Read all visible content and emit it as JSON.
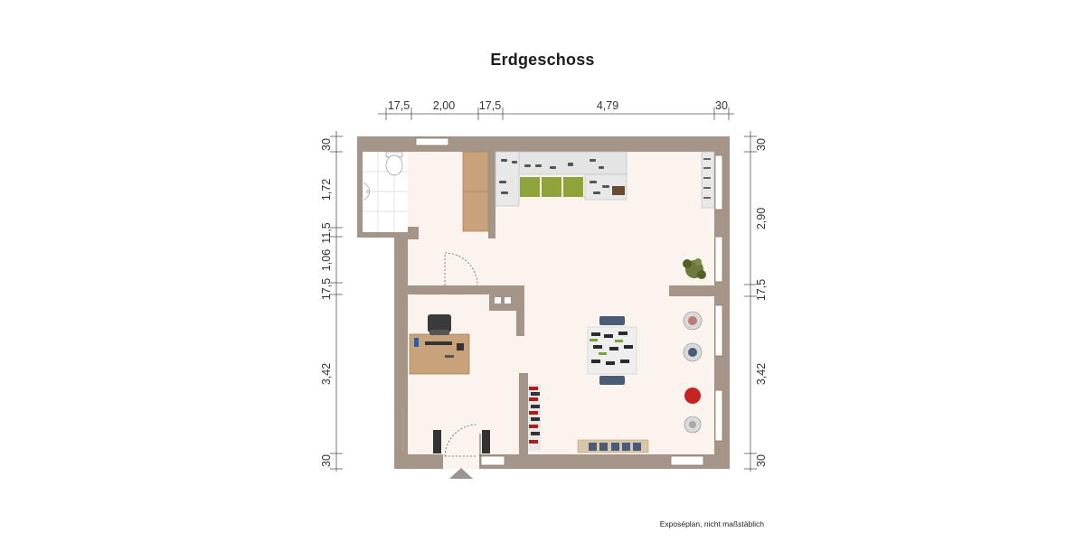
{
  "title": "Erdgeschoss",
  "footer_note": "Exposéplan, nicht maßstäblich",
  "watermark": "IllustrationGimmlerGrafik",
  "dimensions": {
    "top": [
      "17,5",
      "2,00",
      "17,5",
      "4,79",
      "30"
    ],
    "left": [
      "30",
      "1,72",
      "11,5",
      "1,06",
      "17,5",
      "3,42",
      "30"
    ],
    "right": [
      "30",
      "2,90",
      "17,5",
      "3,42",
      "30"
    ]
  },
  "colors": {
    "wall": "#a49588",
    "floor": "#fbf3ee",
    "shelf_green": "#8fa33b",
    "desk_wood": "#c8a27a"
  },
  "icons": [
    "toilet-icon",
    "sink-icon",
    "shoe-shelf-icon",
    "desk-icon",
    "office-chair-icon",
    "plant-icon",
    "table-icon",
    "armchair-icon",
    "entrance-arrow-icon"
  ]
}
